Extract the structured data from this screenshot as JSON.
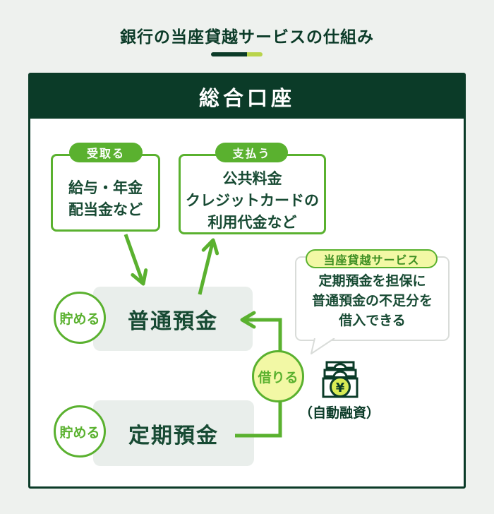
{
  "title": "銀行の当座貸越サービスの仕組み",
  "panel": {
    "header": "総合口座"
  },
  "receive": {
    "badge": "受取る",
    "lines": [
      "給与・年金",
      "配当金など"
    ]
  },
  "pay": {
    "badge": "支払う",
    "lines": [
      "公共料金",
      "クレジットカードの",
      "利用代金など"
    ]
  },
  "ordinary_deposit": {
    "label": "普通預金",
    "save_badge": "貯める"
  },
  "time_deposit": {
    "label": "定期預金",
    "save_badge": "貯める"
  },
  "overdraft": {
    "badge": "当座貸越サービス",
    "lines": [
      "定期預金を担保に",
      "普通預金の不足分を",
      "借入できる"
    ]
  },
  "borrow": {
    "badge": "借りる",
    "note": "（自動融資）",
    "yen_symbol": "¥"
  },
  "colors": {
    "page_bg": "#eef1ee",
    "dark": "#0b3b28",
    "green": "#5ab12f",
    "green_deep": "#3d8f22",
    "pale": "#f2f8a5",
    "lime": "#d9ec55",
    "box_fill": "#e9eeeb",
    "bubble_border": "#d9dcd9",
    "divider_light": "#b9d44b"
  }
}
